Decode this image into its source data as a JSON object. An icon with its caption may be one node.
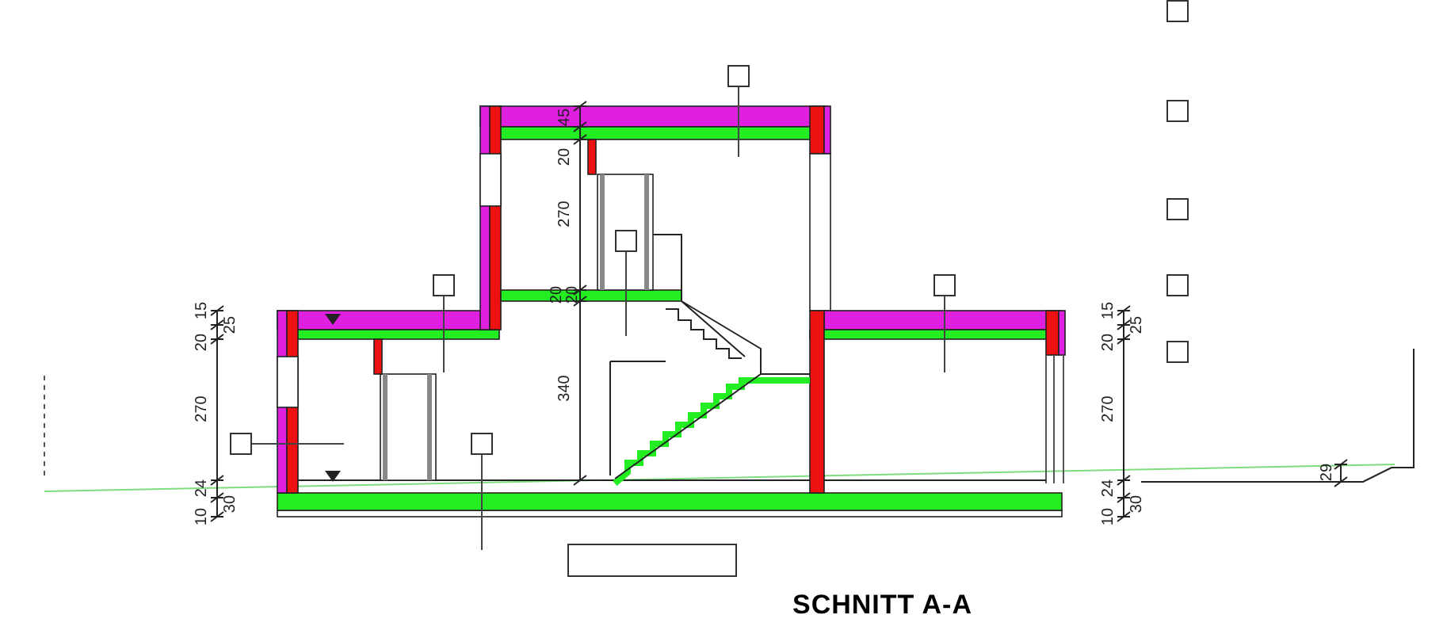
{
  "diagram": {
    "title": "SCHNITT A-A",
    "nodes": [
      {
        "text": [],
        "shape": "box"
      },
      {
        "text": [],
        "shape": "box"
      },
      {
        "text": [],
        "shape": "box"
      },
      {
        "text": [],
        "shape": "box"
      },
      {
        "text": [],
        "shape": "box"
      },
      {
        "text": [],
        "shape": "box"
      },
      {
        "text": [],
        "shape": "box"
      },
      {
        "text": [],
        "shape": "box"
      },
      {
        "text": [],
        "shape": "box"
      },
      {
        "text": [],
        "shape": "box"
      },
      {
        "text": [],
        "shape": "box"
      },
      {
        "text": [],
        "shape": "box"
      }
    ],
    "edges": [
      {
        "from": 1,
        "to": null,
        "arrow": "none"
      },
      {
        "from": 4,
        "to": null,
        "arrow": "none"
      },
      {
        "from": 5,
        "to": null,
        "arrow": "none"
      },
      {
        "from": 6,
        "to": null,
        "arrow": "none"
      },
      {
        "from": 9,
        "to": null,
        "arrow": "none"
      },
      {
        "from": 10,
        "to": null,
        "arrow": "none"
      }
    ],
    "labels": [
      "45",
      "20",
      "270",
      "20",
      "20",
      "340",
      "20",
      "15",
      "25",
      "270",
      "10",
      "24",
      "30",
      "20",
      "15",
      "25",
      "270",
      "10",
      "24",
      "30",
      "29"
    ]
  }
}
